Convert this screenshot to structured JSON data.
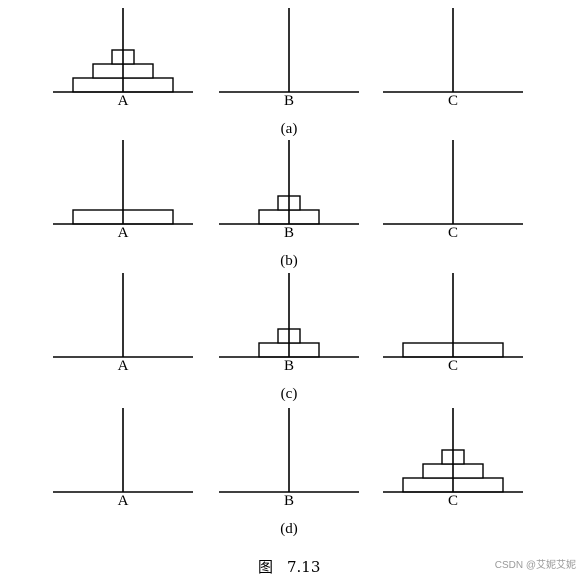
{
  "panels": [
    {
      "label": "(a)",
      "pegs": [
        {
          "name": "A",
          "disks": [
            3,
            2,
            1
          ]
        },
        {
          "name": "B",
          "disks": []
        },
        {
          "name": "C",
          "disks": []
        }
      ]
    },
    {
      "label": "(b)",
      "pegs": [
        {
          "name": "A",
          "disks": [
            3
          ]
        },
        {
          "name": "B",
          "disks": [
            2,
            1
          ]
        },
        {
          "name": "C",
          "disks": []
        }
      ]
    },
    {
      "label": "(c)",
      "pegs": [
        {
          "name": "A",
          "disks": []
        },
        {
          "name": "B",
          "disks": [
            2,
            1
          ]
        },
        {
          "name": "C",
          "disks": [
            3
          ]
        }
      ]
    },
    {
      "label": "(d)",
      "pegs": [
        {
          "name": "A",
          "disks": []
        },
        {
          "name": "B",
          "disks": []
        },
        {
          "name": "C",
          "disks": [
            3,
            2,
            1
          ]
        }
      ]
    }
  ],
  "caption": {
    "prefix": "图",
    "number": "7.13"
  },
  "watermark": "CSDN @艾妮艾妮"
}
